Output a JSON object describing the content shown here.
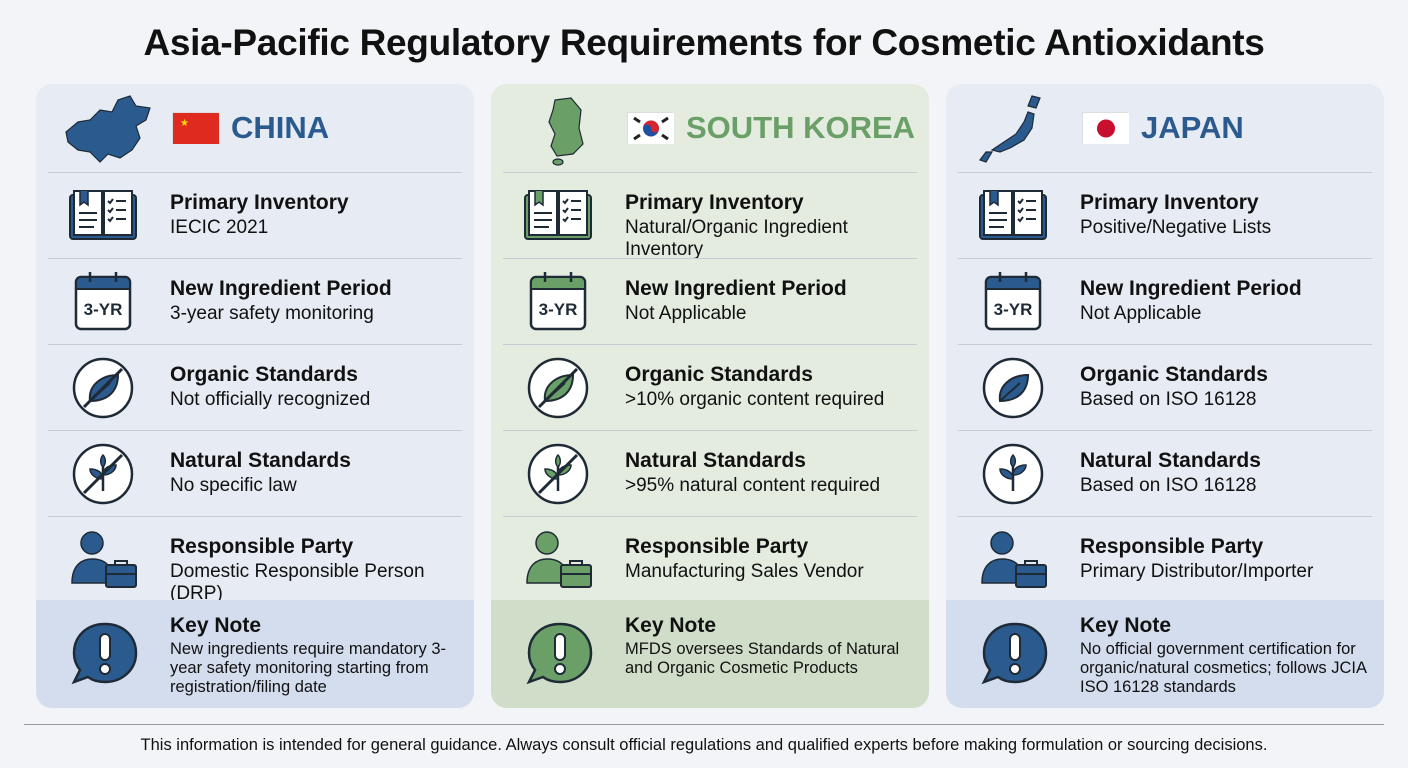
{
  "title": "Asia-Pacific Regulatory Requirements for Cosmetic Antioxidants",
  "footer": "This information is intended for general guidance. Always consult official regulations and qualified experts before making formulation or sourcing decisions.",
  "columns": [
    {
      "country": "CHINA",
      "accent": "#2b5b8e",
      "panel_bg": "#e7ebf3",
      "note_bg": "#d3dded",
      "flag": "china-flag",
      "rows": [
        {
          "icon": "book-checklist-icon",
          "label": "Primary Inventory",
          "value": "IECIC 2021"
        },
        {
          "icon": "calendar-icon",
          "icon_text": "3-YR",
          "label": "New Ingredient Period",
          "value": "3-year safety monitoring"
        },
        {
          "icon": "leaf-crossed-icon",
          "label": "Organic Standards",
          "value": "Not officially recognized"
        },
        {
          "icon": "sprout-crossed-icon",
          "label": "Natural Standards",
          "value": "No specific law"
        },
        {
          "icon": "person-briefcase-icon",
          "label": "Responsible Party",
          "value": "Domestic Responsible Person (DRP)"
        }
      ],
      "note": {
        "icon": "speech-exclamation-icon",
        "label": "Key Note",
        "value": "New ingredients require mandatory 3-year safety monitoring starting from registration/filing date"
      }
    },
    {
      "country": "SOUTH KOREA",
      "accent": "#6a9f68",
      "panel_bg": "#e4ece0",
      "note_bg": "#d0dec9",
      "flag": "korea-flag",
      "rows": [
        {
          "icon": "book-checklist-icon",
          "label": "Primary Inventory",
          "value": "Natural/Organic Ingredient Inventory"
        },
        {
          "icon": "calendar-icon",
          "icon_text": "3-YR",
          "label": "New Ingredient Period",
          "value": "Not Applicable"
        },
        {
          "icon": "leaf-crossed-icon",
          "label": "Organic Standards",
          "value": ">10% organic content required"
        },
        {
          "icon": "sprout-crossed-icon",
          "label": "Natural Standards",
          "value": ">95% natural content required"
        },
        {
          "icon": "person-briefcase-icon",
          "label": "Responsible Party",
          "value": "Manufacturing Sales Vendor"
        }
      ],
      "note": {
        "icon": "speech-exclamation-icon",
        "label": "Key Note",
        "value": "MFDS oversees Standards of Natural and Organic Cosmetic Products"
      }
    },
    {
      "country": "JAPAN",
      "accent": "#2b5b8e",
      "panel_bg": "#e7ebf3",
      "note_bg": "#d3dded",
      "flag": "japan-flag",
      "rows": [
        {
          "icon": "book-checklist-icon",
          "label": "Primary Inventory",
          "value": "Positive/Negative Lists"
        },
        {
          "icon": "calendar-icon",
          "icon_text": "3-YR",
          "label": "New Ingredient Period",
          "value": "Not Applicable"
        },
        {
          "icon": "leaf-icon",
          "label": "Organic Standards",
          "value": "Based on ISO 16128"
        },
        {
          "icon": "sprout-icon",
          "label": "Natural Standards",
          "value": "Based on ISO 16128"
        },
        {
          "icon": "person-briefcase-icon",
          "label": "Responsible Party",
          "value": "Primary Distributor/Importer"
        }
      ],
      "note": {
        "icon": "speech-exclamation-icon",
        "label": "Key Note",
        "value": "No official government certification for organic/natural cosmetics; follows JCIA ISO 16128 standards"
      }
    }
  ]
}
